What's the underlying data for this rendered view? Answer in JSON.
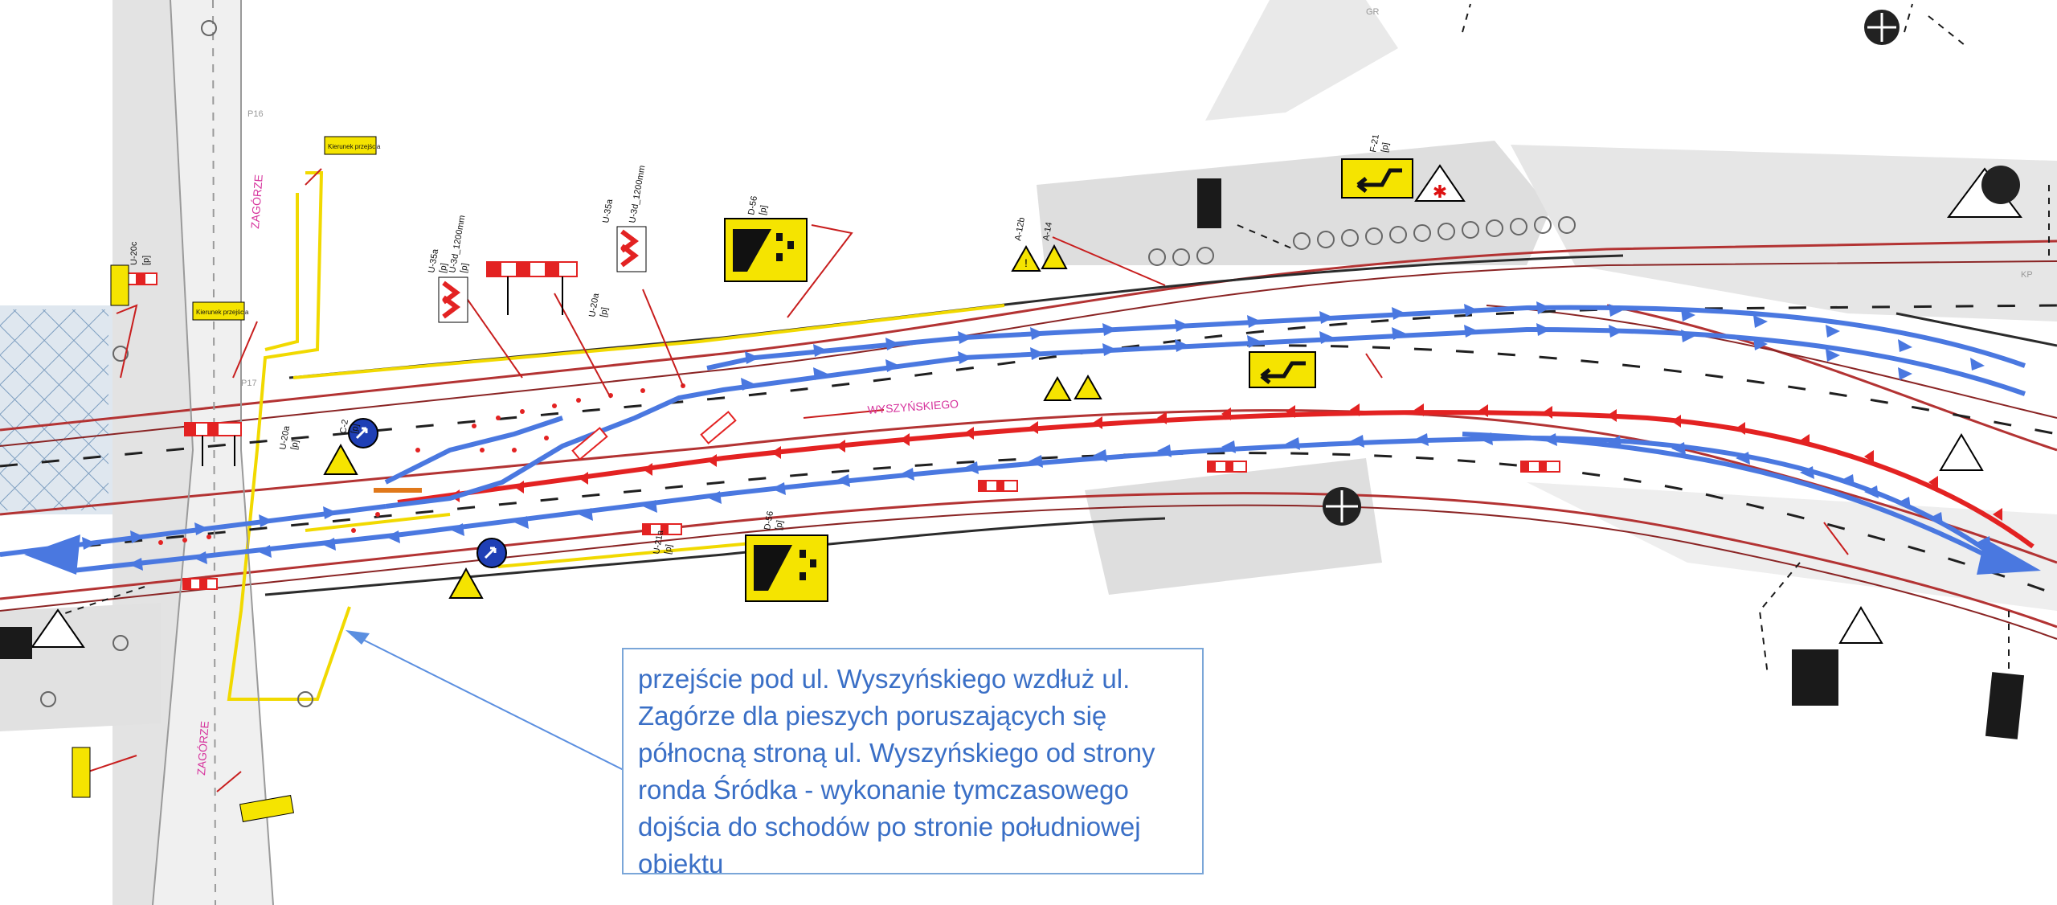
{
  "streets": {
    "main_road": "WYSZYŃSKIEGO",
    "cross_street_north": "ZAGÓRZE",
    "cross_street_south": "ZAGÓRZE"
  },
  "sign_labels": {
    "ped_direction_a": "Kierunek przejścia",
    "ped_direction_b": "Kierunek przejścia",
    "u20c": "U-20c",
    "u20c_pos": "[p]",
    "u35a": "U-35a",
    "u35a_pos": "[p]",
    "u3d": "U-3d_1200mm",
    "u3d_pos": "[p]",
    "u20a_top": "U-20a",
    "u20a_top_pos": "[p]",
    "u35a_b": "U-35a",
    "u3d_b": "U-3d_1200mm",
    "d56_top": "D-56",
    "d56_top_pos": "[p]",
    "a12b": "A-12b",
    "a14": "A-14",
    "f21": "F-21",
    "f21_pos": "[p]",
    "u20a_left": "U-20a",
    "u20a_left_pos": "[p]",
    "c2": "C-2",
    "c2_pos": "[p]",
    "d56_bottom": "D-56",
    "d56_bottom_pos": "[p]",
    "u21a": "U-21a",
    "u21a_pos": "[p]",
    "gr": "GR",
    "kp": "KP",
    "p16": "P16",
    "p17": "P17"
  },
  "note": {
    "lines": [
      "przejście pod ul. Wyszyńskiego wzdłuż ul.",
      "Zagórze dla pieszych poruszających się",
      "północną stroną ul. Wyszyńskiego od strony",
      "ronda Śródka - wykonanie tymczasowego",
      "dojścia do schodów po stronie południowej",
      "obiektu"
    ]
  },
  "colors": {
    "traffic_flow_blue": "#4a78e0",
    "closed_lane_red": "#e32222",
    "sign_yellow": "#f5e400",
    "street_label_magenta": "#d6339d",
    "note_text": "#3a6fc6",
    "area_grey": "#dcdcdc"
  },
  "icons": [
    "arrow-left-icon",
    "arrow-right-icon",
    "warning-triangle-icon",
    "mandatory-keep-right-icon",
    "barrier-icon",
    "detour-sign-icon",
    "tree-icon",
    "lamp-post-icon"
  ]
}
